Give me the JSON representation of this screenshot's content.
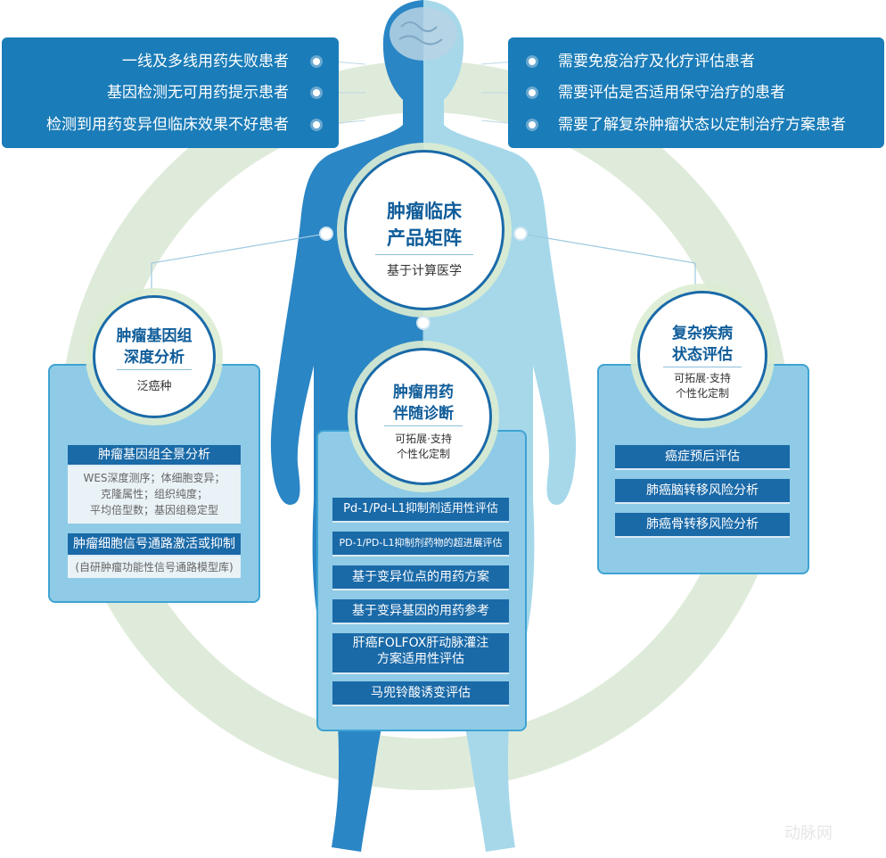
{
  "colors": {
    "primary": "#1a6aa8",
    "panel": "#1a7cb8",
    "ring": "#dbe9d6",
    "body_dark": "#2a86c5",
    "body_light": "#a6d8ea"
  },
  "top_left": {
    "items": [
      "一线及多线用药失败患者",
      "基因检测无可用药提示患者",
      "检测到用药变异但临床效果不好患者"
    ]
  },
  "top_right": {
    "items": [
      "需要免疫治疗及化疗评估患者",
      "需要评估是否适用保守治疗的患者",
      "需要了解复杂肿瘤状态以定制治疗方案患者"
    ]
  },
  "center": {
    "title_line1": "肿瘤临床",
    "title_line2": "产品矩阵",
    "subtitle": "基于计算医学"
  },
  "left_node": {
    "title_line1": "肿瘤基因组",
    "title_line2": "深度分析",
    "subtitle": "泛癌种",
    "bar1": "肿瘤基因组全景分析",
    "bar1_note_line1": "WES深度测序；体细胞变异；",
    "bar1_note_line2": "克隆属性；组织纯度；",
    "bar1_note_line3": "平均倍型数；基因组稳定型",
    "bar2": "肿瘤细胞信号通路激活或抑制",
    "bar2_note": "(自研肿瘤功能性信号通路模型库)"
  },
  "middle_node": {
    "title_line1": "肿瘤用药",
    "title_line2": "伴随诊断",
    "subtitle_line1": "可拓展·支持",
    "subtitle_line2": "个性化定制",
    "items": [
      "Pd-1/Pd-L1抑制剂适用性评估",
      "PD-1/PD-L1抑制剂药物的超进展评估",
      "基于变异位点的用药方案",
      "基于变异基因的用药参考",
      "肝癌FOLFOX肝动脉灌注",
      "方案适用性评估",
      "马兜铃酸诱变评估"
    ]
  },
  "right_node": {
    "title_line1": "复杂疾病",
    "title_line2": "状态评估",
    "subtitle_line1": "可拓展·支持",
    "subtitle_line2": "个性化定制",
    "items": [
      "癌症预后评估",
      "肺癌脑转移风险分析",
      "肺癌骨转移风险分析"
    ]
  },
  "watermark": "动脉网"
}
